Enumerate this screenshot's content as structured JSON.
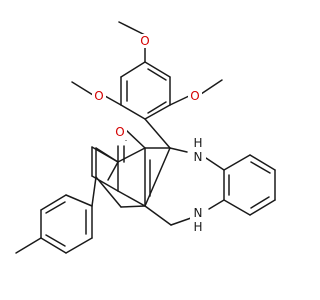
{
  "molecule": {
    "colors": {
      "bond": "#1a1a1a",
      "carbon": "#1a1a1a",
      "nitrogen": "#1a1a1a",
      "oxygen": "#d40000",
      "background": "#ffffff"
    },
    "labels": {
      "o_ome_top": "O",
      "o_ome_left": "O",
      "o_ome_right": "O",
      "o_ketone": "O",
      "nh_upper": "H",
      "n_upper": "N",
      "nh_lower": "H",
      "n_lower": "N"
    }
  }
}
